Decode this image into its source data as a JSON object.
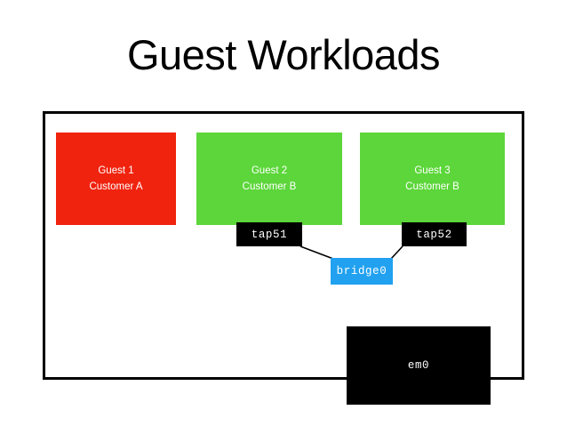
{
  "slide": {
    "title": "Guest Workloads",
    "background_color": "#ffffff"
  },
  "diagram": {
    "host_container": {
      "name": "host-system",
      "border_color": "#000000"
    },
    "guests": [
      {
        "id": "guest-1",
        "line1": "Guest 1",
        "line2": "Customer A",
        "color": "#F0230F"
      },
      {
        "id": "guest-2",
        "line1": "Guest 2",
        "line2": "Customer B",
        "color": "#5CD63A"
      },
      {
        "id": "guest-3",
        "line1": "Guest 3",
        "line2": "Customer B",
        "color": "#5CD63A"
      }
    ],
    "interfaces": [
      {
        "id": "tap51",
        "label": "tap51",
        "color": "#000000"
      },
      {
        "id": "tap52",
        "label": "tap52",
        "color": "#000000"
      }
    ],
    "bridge": {
      "id": "bridge0",
      "label": "bridge0",
      "color": "#21A1F0"
    },
    "nic": {
      "id": "em0",
      "label": "em0",
      "color": "#000000"
    },
    "links": [
      {
        "from": "tap51",
        "to": "bridge0"
      },
      {
        "from": "tap52",
        "to": "bridge0"
      }
    ]
  }
}
